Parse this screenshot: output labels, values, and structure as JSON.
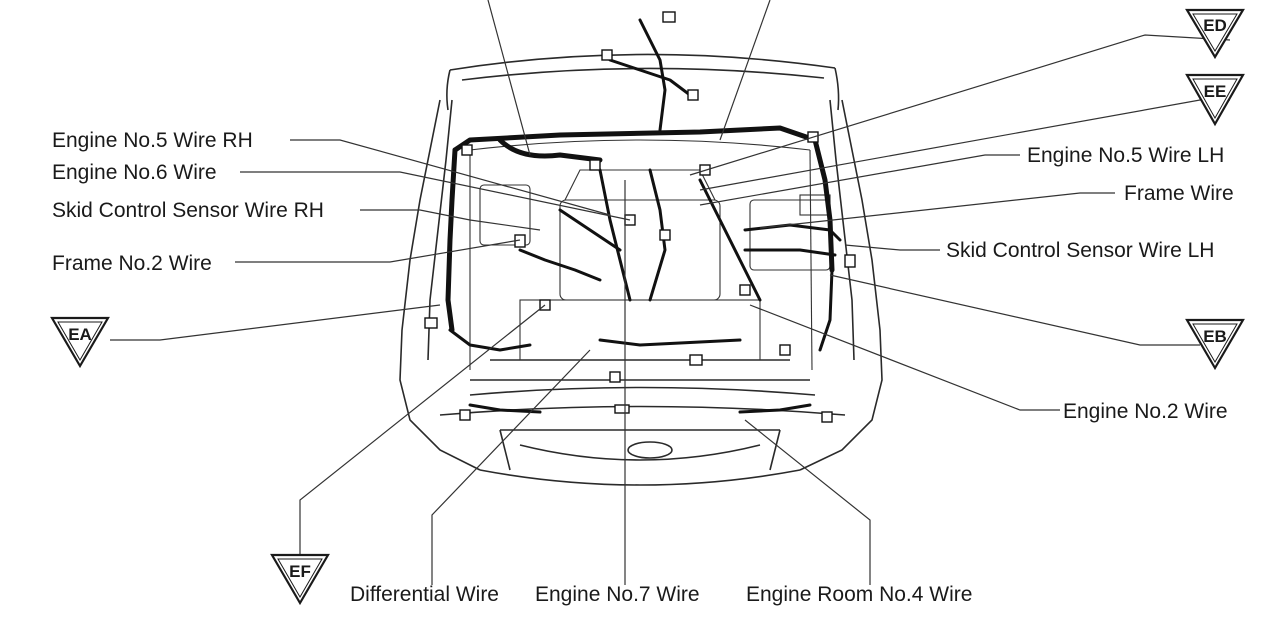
{
  "labels": {
    "engine_no5_rh": "Engine No.5 Wire RH",
    "engine_no6": "Engine No.6 Wire",
    "skid_rh": "Skid Control Sensor Wire RH",
    "frame_no2": "Frame No.2 Wire",
    "engine_no5_lh": "Engine No.5 Wire LH",
    "frame": "Frame Wire",
    "skid_lh": "Skid Control Sensor Wire LH",
    "engine_no2": "Engine No.2 Wire",
    "differential": "Differential Wire",
    "engine_no7": "Engine No.7 Wire",
    "engine_room_no4": "Engine Room No.4 Wire"
  },
  "ground_points": {
    "ea": "EA",
    "eb": "EB",
    "ed": "ED",
    "ee": "EE",
    "ef": "EF"
  }
}
